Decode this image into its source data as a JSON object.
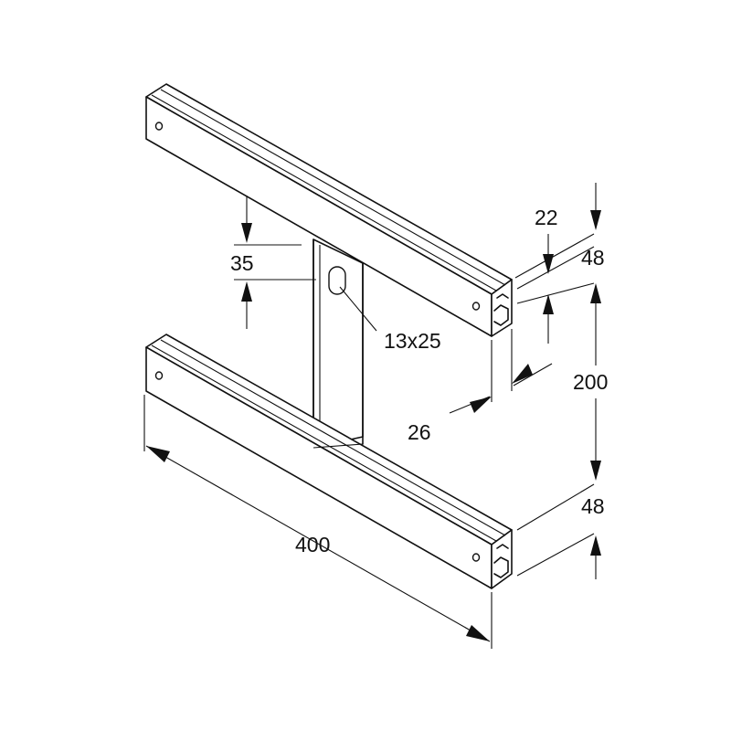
{
  "drawing": {
    "colors": {
      "line": "#111111",
      "background": "#ffffff"
    },
    "dimensions": {
      "slot": "13x25",
      "gap_top": "35",
      "channel_depth_top": "22",
      "channel_height_top": "48",
      "spacing": "200",
      "channel_height_bottom": "48",
      "channel_width": "26",
      "length": "400"
    }
  }
}
